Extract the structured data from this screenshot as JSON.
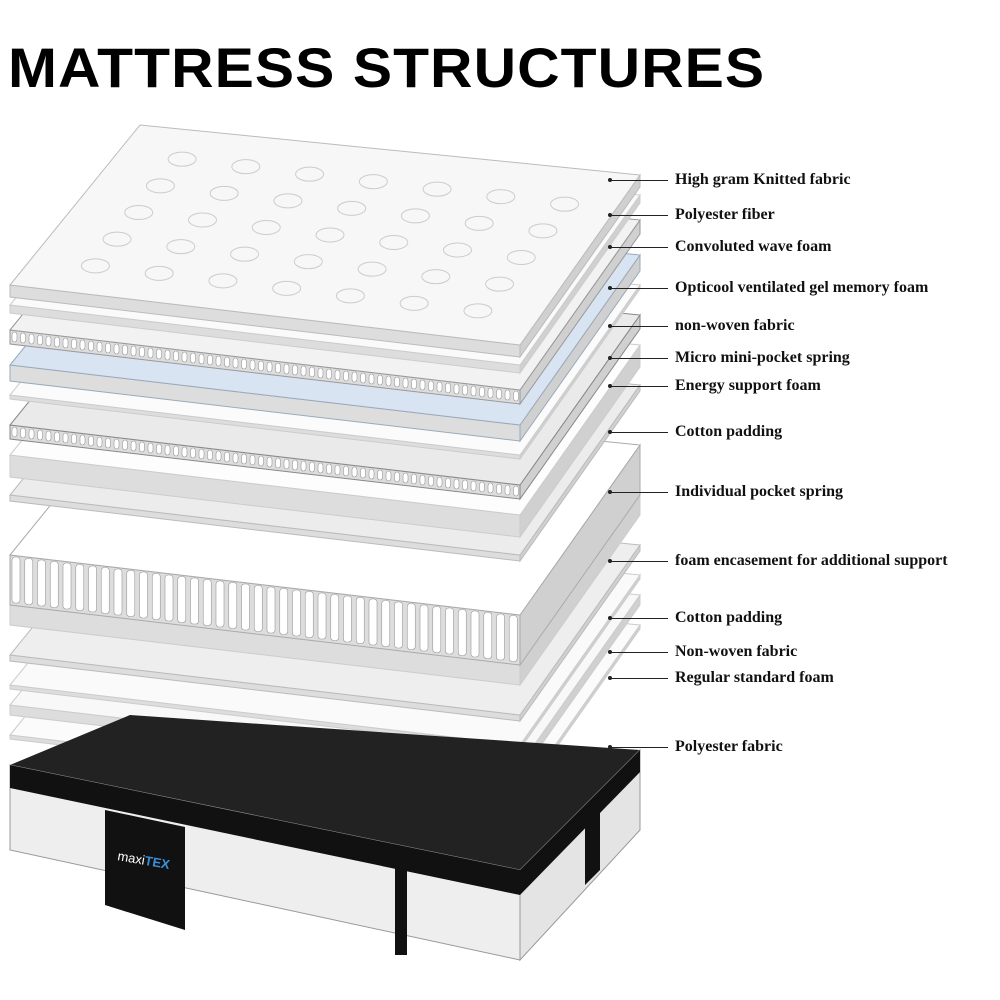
{
  "title": "MATTRESS STRUCTURES",
  "brand_logo": "maxiTEX",
  "colors": {
    "text": "#111111",
    "gel": "#d8e4f2",
    "border": "#1a1a1a"
  },
  "layers": [
    {
      "label": "High gram Knitted fabric"
    },
    {
      "label": "Polyester fiber"
    },
    {
      "label": "Convoluted wave foam"
    },
    {
      "label": "Opticool ventilated gel memory foam"
    },
    {
      "label": "non-woven fabric"
    },
    {
      "label": "Micro mini-pocket spring"
    },
    {
      "label": "Energy  support foam"
    },
    {
      "label": "Cotton padding"
    },
    {
      "label": "Individual pocket spring"
    },
    {
      "label": "foam encasement for additional support"
    },
    {
      "label": "Cotton padding"
    },
    {
      "label": "Non-woven fabric"
    },
    {
      "label": "Regular standard foam"
    },
    {
      "label": "Polyester fabric"
    }
  ]
}
